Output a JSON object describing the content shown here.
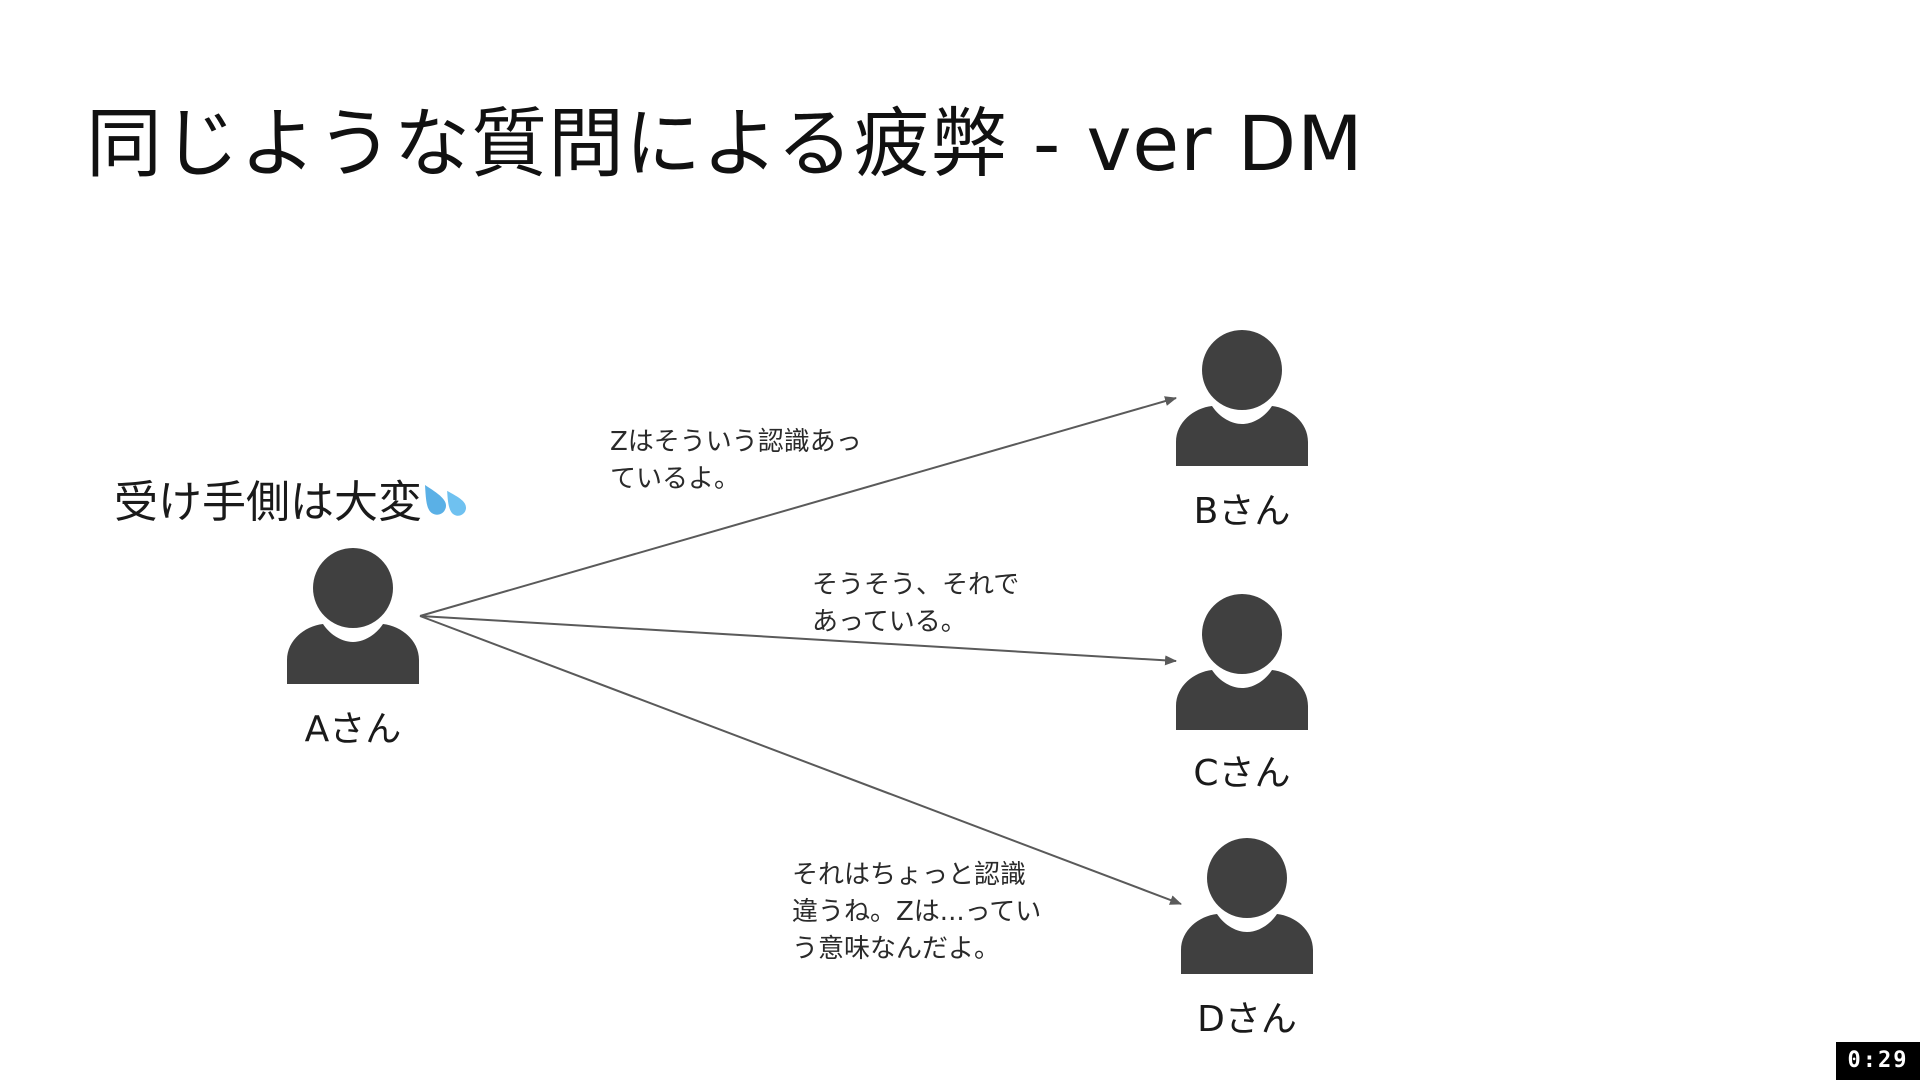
{
  "slide": {
    "title": "同じような質問による疲弊 - ver DM",
    "note": "受け手側は大変",
    "note_icon": "sweat-droplets-icon"
  },
  "people": {
    "a": "Aさん",
    "b": "Bさん",
    "c": "Cさん",
    "d": "Dさん"
  },
  "messages": {
    "to_b": [
      "Zはそういう認識あっ",
      "ているよ。"
    ],
    "to_c": [
      "そうそう、それで",
      "あっている。"
    ],
    "to_d": [
      "それはちょっと認識",
      "違うね。Zは...ってい",
      "う意味なんだよ。"
    ]
  },
  "video": {
    "timestamp": "0:29"
  },
  "colors": {
    "person": "#404040",
    "arrow": "#5a5a5a",
    "sweat": "#5ab0e6"
  }
}
